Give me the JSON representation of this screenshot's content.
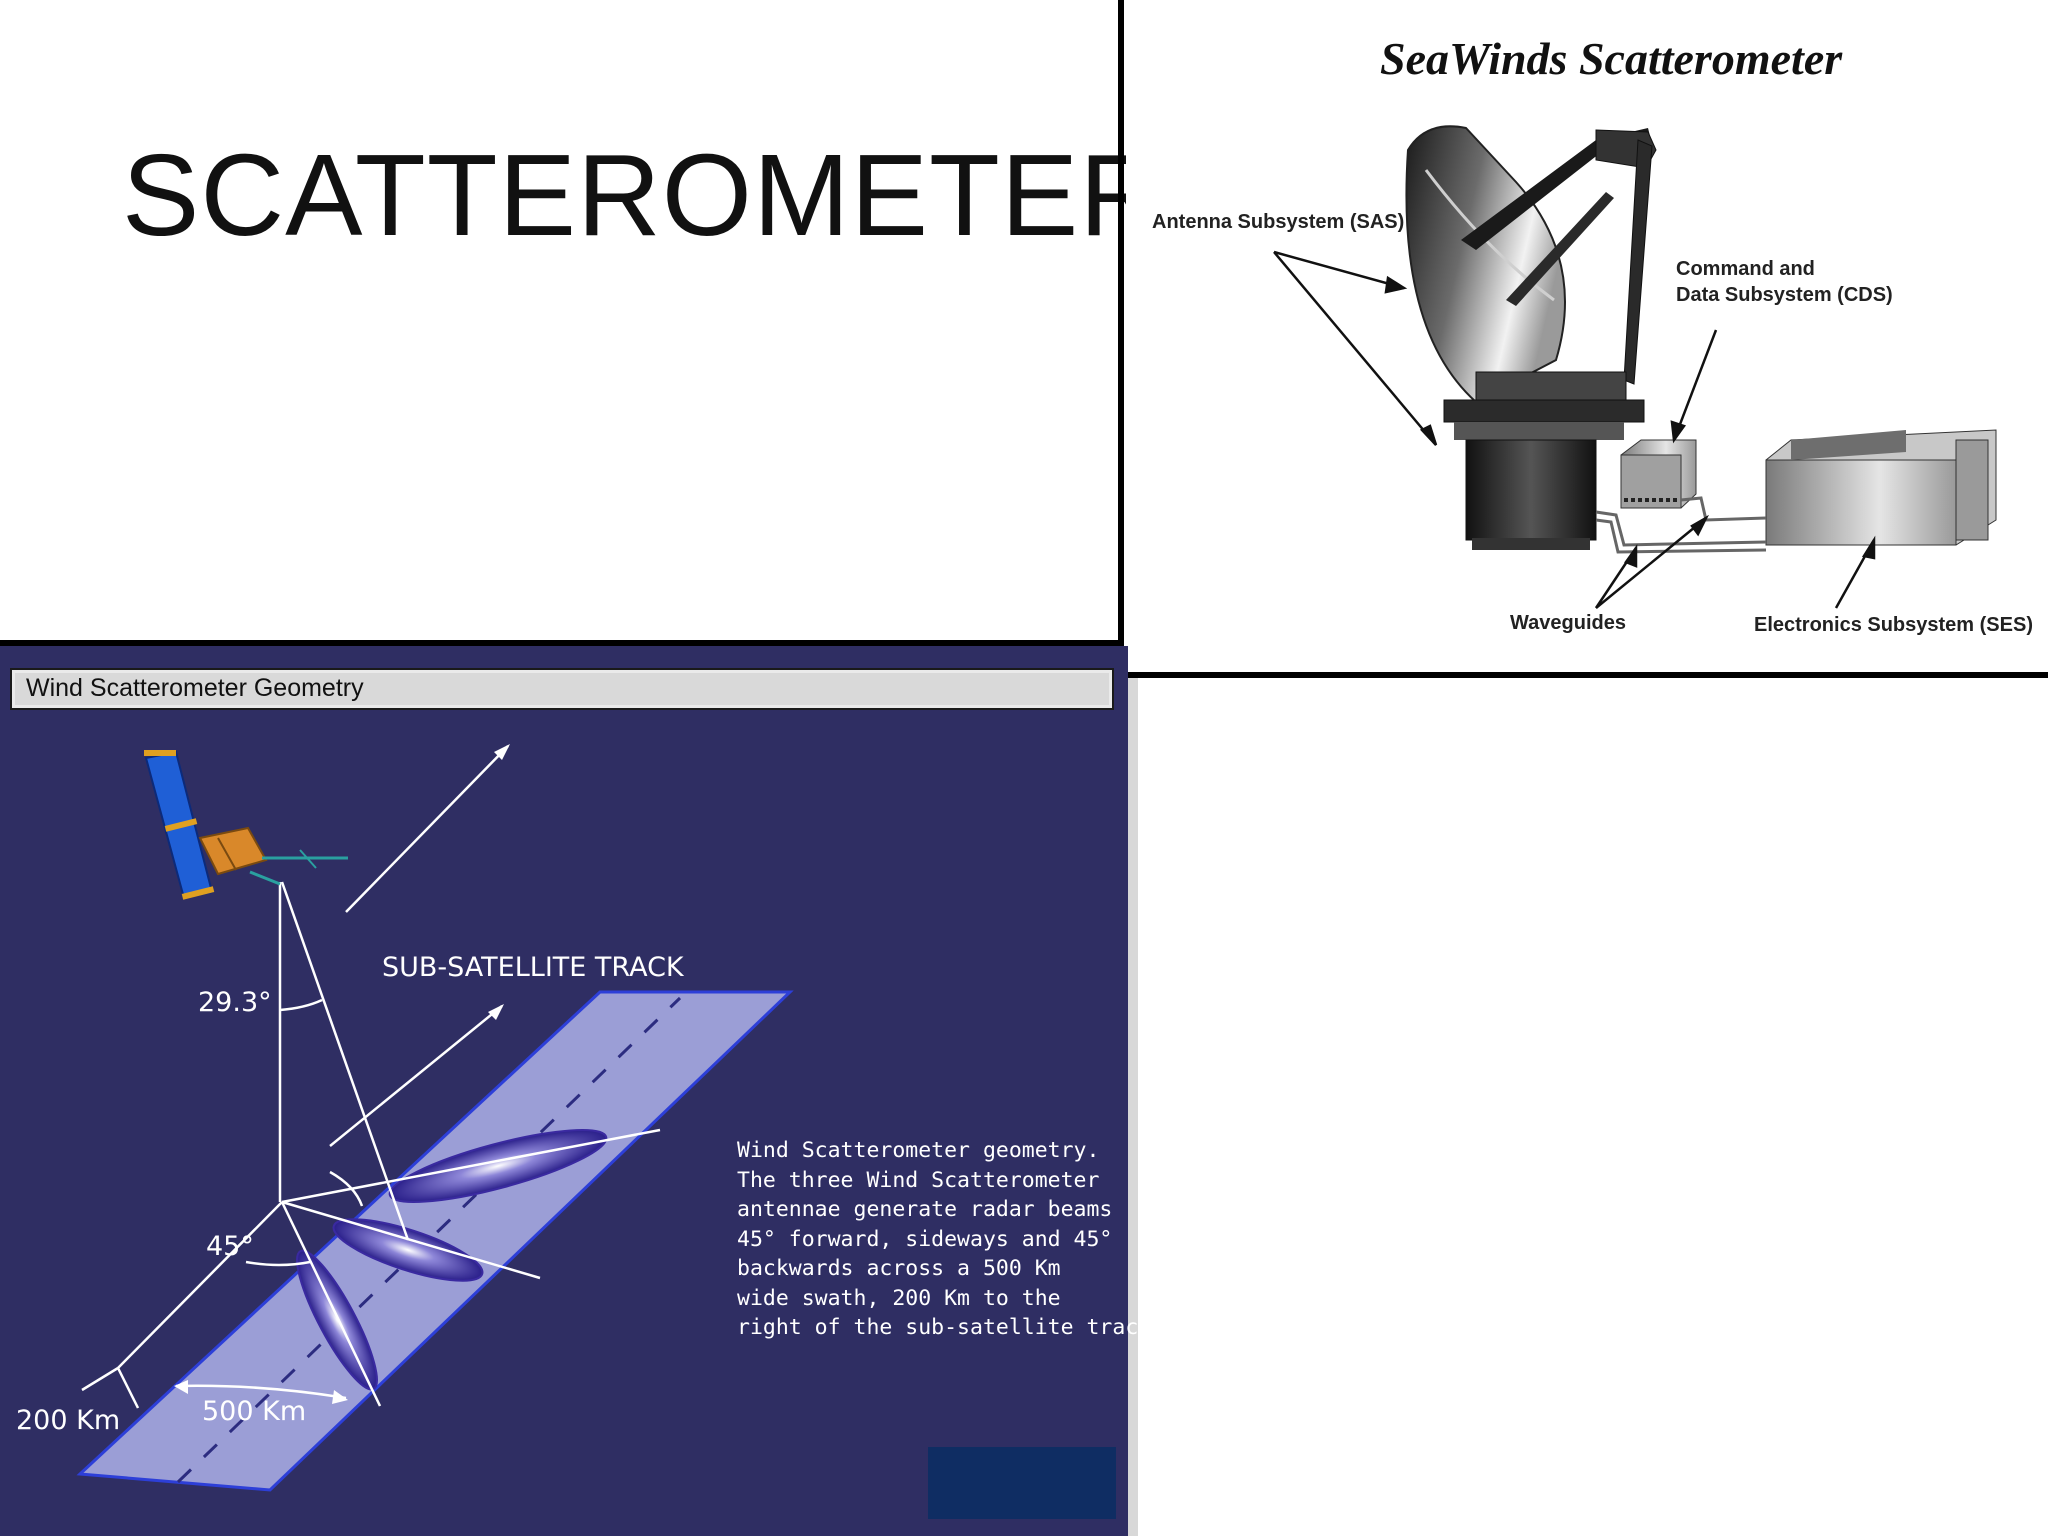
{
  "slide": {
    "title": "SCATTEROMETER"
  },
  "seawinds": {
    "title": "SeaWinds Scatterometer",
    "labels": {
      "antenna": "Antenna Subsystem (SAS)",
      "command_1": "Command and",
      "command_2": "Data Subsystem (CDS)",
      "waveguides": "Waveguides",
      "electronics": "Electronics Subsystem (SES)"
    }
  },
  "geometry": {
    "window_title": "Wind Scatterometer Geometry",
    "track_label": "SUB-SATELLITE TRACK",
    "angle_1": "29.3°",
    "angle_2": "45°",
    "dist_1": "200 Km",
    "dist_2": "500 Km",
    "description_lines": [
      "Wind Scatterometer geometry.",
      "The three Wind Scatterometer",
      "antennae generate radar beams",
      "45° forward, sideways and 45°",
      "backwards across a 500 Km",
      "wide swath, 200 Km to the",
      "right of the sub-satellite track."
    ]
  },
  "colors": {
    "panel_bg": "#2f2e63",
    "swath": "#9b9ed6",
    "beam": "#2a1f8a",
    "solar_panel": "#1f5fd6"
  }
}
